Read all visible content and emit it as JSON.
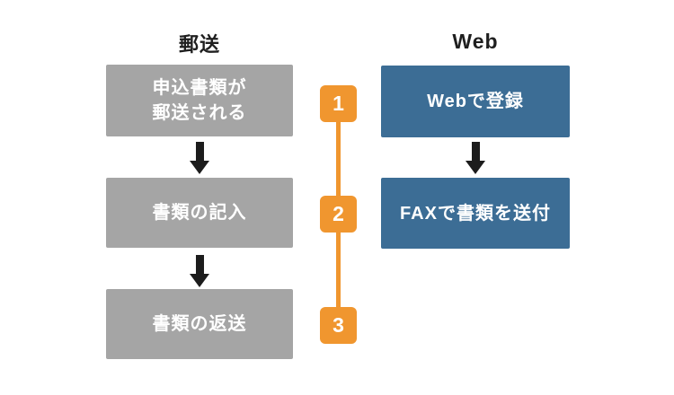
{
  "diagram": {
    "columns": [
      {
        "key": "mail",
        "header": "郵送",
        "steps": [
          {
            "label": "申込書類が\n郵送される"
          },
          {
            "label": "書類の記入"
          },
          {
            "label": "書類の返送"
          }
        ]
      },
      {
        "key": "web",
        "header": "Web",
        "steps": [
          {
            "label": "Webで登録"
          },
          {
            "label": "FAXで書類を送付"
          }
        ]
      }
    ],
    "step_badges": [
      {
        "number": "1"
      },
      {
        "number": "2"
      },
      {
        "number": "3"
      }
    ],
    "colors": {
      "mail_box": "#a5a5a5",
      "web_box": "#3c6d95",
      "badge": "#f0962f",
      "arrow": "#1c1c1c",
      "box_text": "#ffffff",
      "header_text": "#1f1f1f",
      "background": "#ffffff"
    }
  }
}
